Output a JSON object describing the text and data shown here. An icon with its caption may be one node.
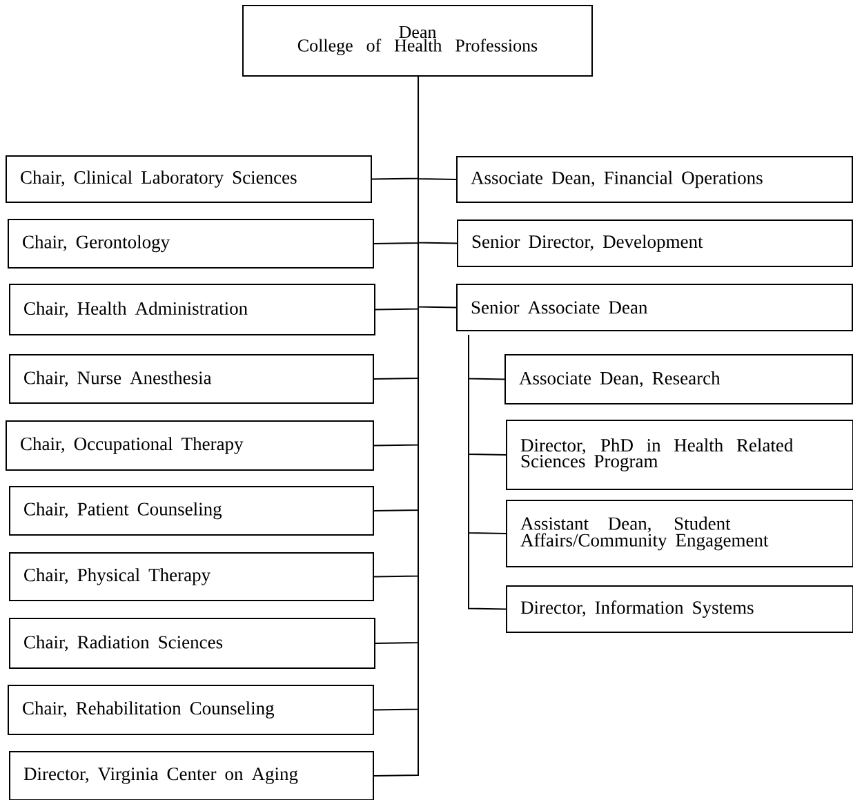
{
  "diagram": {
    "nodes": [
      {
        "text": [
          "Dean",
          "College of Health Professions"
        ]
      },
      {
        "text": [
          "Chair, Clinical Laboratory Sciences"
        ]
      },
      {
        "text": [
          "Chair, Gerontology"
        ]
      },
      {
        "text": [
          "Chair, Health Administration"
        ]
      },
      {
        "text": [
          "Chair, Nurse Anesthesia"
        ]
      },
      {
        "text": [
          "Chair, Occupational Therapy"
        ]
      },
      {
        "text": [
          "Chair, Patient Counseling"
        ]
      },
      {
        "text": [
          "Chair, Physical Therapy"
        ]
      },
      {
        "text": [
          "Chair, Radiation Sciences"
        ]
      },
      {
        "text": [
          "Chair, Rehabilitation Counseling"
        ]
      },
      {
        "text": [
          "Director, Virginia Center on Aging"
        ]
      },
      {
        "text": [
          "Associate Dean, Financial Operations"
        ]
      },
      {
        "text": [
          "Senior Director, Development"
        ]
      },
      {
        "text": [
          "Senior Associate Dean"
        ]
      },
      {
        "text": [
          "Associate Dean, Research"
        ]
      },
      {
        "text": [
          "Director, PhD in Health Related Sciences Program"
        ]
      },
      {
        "text": [
          "Assistant Dean, Student Affairs/Community Engagement"
        ]
      },
      {
        "text": [
          "Director, Information Systems"
        ]
      }
    ],
    "edges": [
      {
        "from": 0,
        "to": 1,
        "arrow": "none"
      },
      {
        "from": 0,
        "to": 2,
        "arrow": "none"
      },
      {
        "from": 0,
        "to": 3,
        "arrow": "none"
      },
      {
        "from": 0,
        "to": 4,
        "arrow": "none"
      },
      {
        "from": 0,
        "to": 5,
        "arrow": "none"
      },
      {
        "from": 0,
        "to": 6,
        "arrow": "none"
      },
      {
        "from": 0,
        "to": 7,
        "arrow": "none"
      },
      {
        "from": 0,
        "to": 8,
        "arrow": "none"
      },
      {
        "from": 0,
        "to": 9,
        "arrow": "none"
      },
      {
        "from": 0,
        "to": 10,
        "arrow": "none"
      },
      {
        "from": 0,
        "to": 11,
        "arrow": "none"
      },
      {
        "from": 0,
        "to": 12,
        "arrow": "none"
      },
      {
        "from": 0,
        "to": 13,
        "arrow": "none"
      },
      {
        "from": 13,
        "to": 14,
        "arrow": "none"
      },
      {
        "from": 13,
        "to": 15,
        "arrow": "none"
      },
      {
        "from": 13,
        "to": 16,
        "arrow": "none"
      },
      {
        "from": 13,
        "to": 17,
        "arrow": "none"
      }
    ]
  }
}
